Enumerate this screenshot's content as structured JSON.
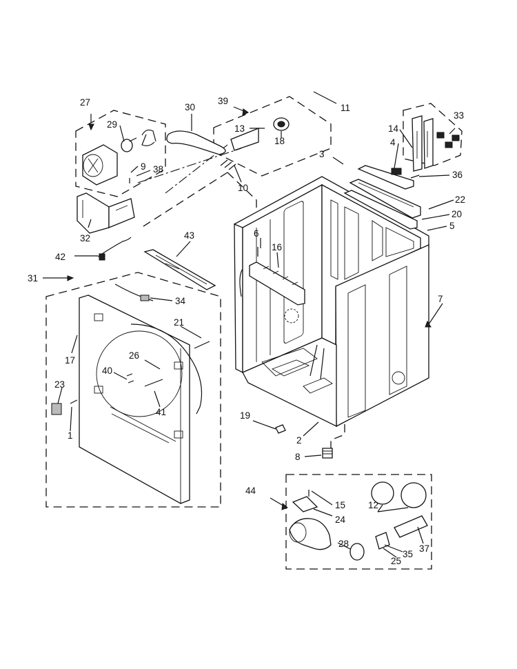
{
  "callouts": {
    "c1": "1",
    "c2": "2",
    "c3": "3",
    "c4": "4",
    "c5": "5",
    "c6": "6",
    "c7": "7",
    "c8": "8",
    "c9": "9",
    "c10": "10",
    "c11": "11",
    "c12": "12",
    "c13": "13",
    "c14": "14",
    "c15": "15",
    "c16": "16",
    "c17": "17",
    "c18": "18",
    "c19": "19",
    "c20": "20",
    "c21": "21",
    "c22": "22",
    "c23": "23",
    "c24": "24",
    "c25": "25",
    "c26": "26",
    "c27": "27",
    "c28": "28",
    "c29": "29",
    "c30": "30",
    "c31": "31",
    "c32": "32",
    "c33": "33",
    "c34": "34",
    "c35": "35",
    "c36": "36",
    "c37": "37",
    "c38": "38",
    "c39": "39",
    "c40": "40",
    "c41": "41",
    "c42": "42",
    "c43": "43",
    "c44": "44"
  }
}
